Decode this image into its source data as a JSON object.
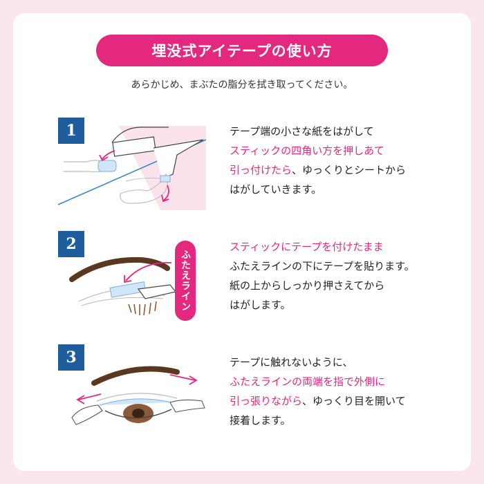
{
  "title": "埋没式アイテープの使い方",
  "subtitle": "あらかじめ、まぶたの脂分を拭き取ってください。",
  "colors": {
    "accent": "#e4277f",
    "step_badge": "#1f5d9c",
    "background": "#fbe6ec"
  },
  "steps": [
    {
      "number": "1",
      "lines": [
        [
          {
            "text": "テープ端の小さな紙をはがして",
            "highlight": false
          }
        ],
        [
          {
            "text": "スティックの四角い方を押しあて",
            "highlight": true
          }
        ],
        [
          {
            "text": "引っ付けたら",
            "highlight": true
          },
          {
            "text": "、ゆっくりとシートから",
            "highlight": false
          }
        ],
        [
          {
            "text": "はがしていきます。",
            "highlight": false
          }
        ]
      ]
    },
    {
      "number": "2",
      "label": "ふたえライン",
      "lines": [
        [
          {
            "text": "スティックにテープを付けたまま",
            "highlight": true
          }
        ],
        [
          {
            "text": "ふたえラインの下にテープを貼ります。",
            "highlight": false
          }
        ],
        [
          {
            "text": "紙の上からしっかり押さえてから",
            "highlight": false
          }
        ],
        [
          {
            "text": "はがします。",
            "highlight": false
          }
        ]
      ]
    },
    {
      "number": "3",
      "lines": [
        [
          {
            "text": "テープに触れないように、",
            "highlight": false
          }
        ],
        [
          {
            "text": "ふたえラインの両端を指で外側に",
            "highlight": true
          }
        ],
        [
          {
            "text": "引っ張りながら",
            "highlight": true
          },
          {
            "text": "、ゆっくり目を開いて",
            "highlight": false
          }
        ],
        [
          {
            "text": "接着します。",
            "highlight": false
          }
        ]
      ]
    }
  ]
}
